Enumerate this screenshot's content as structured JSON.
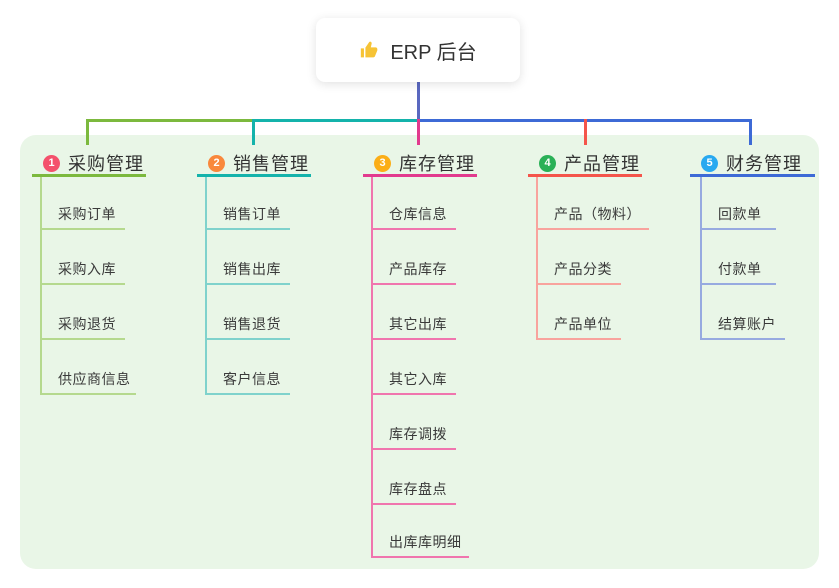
{
  "root": {
    "icon": "thumbs-up",
    "title": "ERP 后台"
  },
  "colors": {
    "root_line": "#5a68c0",
    "panel_bg": "#e9f6e7",
    "icon_yellow": "#f6c335"
  },
  "branches": [
    {
      "index": "1",
      "title": "采购管理",
      "color": "#7cb93e",
      "light": "#b5d98e",
      "badge": "#f4516c",
      "children": [
        "采购订单",
        "采购入库",
        "采购退货",
        "供应商信息"
      ]
    },
    {
      "index": "2",
      "title": "销售管理",
      "color": "#14b3ab",
      "light": "#7fd2cc",
      "badge": "#f9883c",
      "children": [
        "销售订单",
        "销售出库",
        "销售退货",
        "客户信息"
      ]
    },
    {
      "index": "3",
      "title": "库存管理",
      "color": "#e23a8e",
      "light": "#f075ae",
      "badge": "#fbae17",
      "children": [
        "仓库信息",
        "产品库存",
        "其它出库",
        "其它入库",
        "库存调拨",
        "库存盘点",
        "出库库明细"
      ]
    },
    {
      "index": "4",
      "title": "产品管理",
      "color": "#f4554b",
      "light": "#f8a39d",
      "badge": "#2ab157",
      "children": [
        "产品（物料）",
        "产品分类",
        "产品单位"
      ]
    },
    {
      "index": "5",
      "title": "财务管理",
      "color": "#3d6ad6",
      "light": "#97aae0",
      "badge": "#28a9f0",
      "children": [
        "回款单",
        "付款单",
        "结算账户"
      ]
    }
  ]
}
